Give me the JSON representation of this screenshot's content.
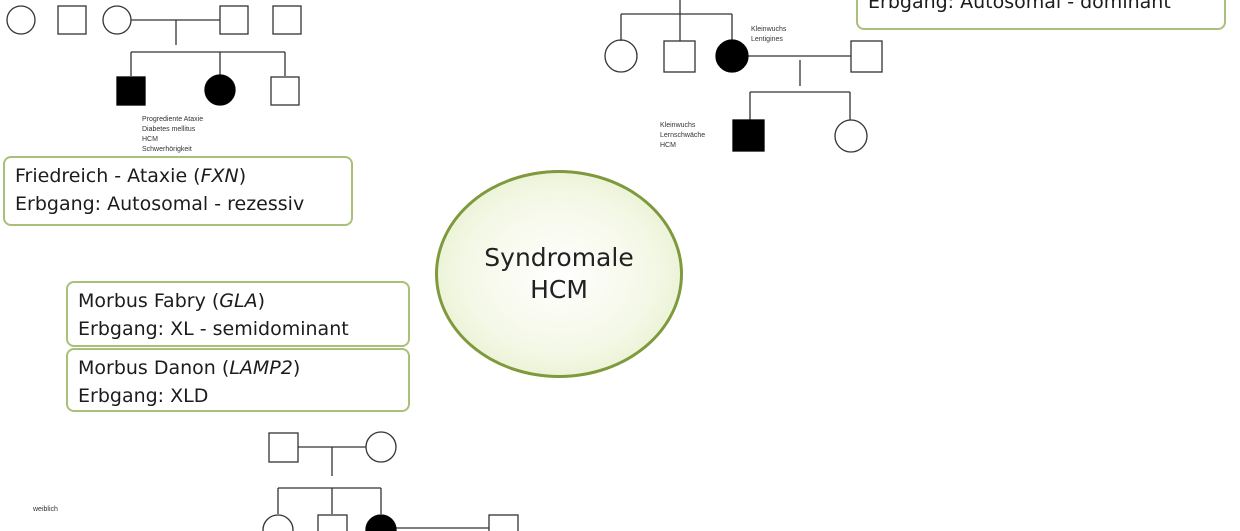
{
  "center": {
    "line1": "Syndromale",
    "line2": "HCM"
  },
  "boxes": {
    "friedreich": {
      "name": "Friedreich - Ataxie (",
      "gene": "FXN",
      "close": ")",
      "inheritance": "Erbgang: Autosomal - rezessiv"
    },
    "noonan": {
      "inheritance": "Erbgang: Autosomal - dominant"
    },
    "fabry": {
      "name": "Morbus Fabry (",
      "gene": "GLA",
      "close": ")",
      "inheritance": "Erbgang: XL - semidominant"
    },
    "danon": {
      "name": "Morbus Danon (",
      "gene": "LAMP2",
      "close": ")",
      "inheritance": "Erbgang: XLD"
    }
  },
  "pedigree_friedreich": {
    "symptoms": [
      "Progrediente Ataxie",
      "Diabetes mellitus",
      "HCM",
      "Schwerhörigkeit"
    ]
  },
  "pedigree_noonan": {
    "mother_symptoms": [
      "Kleinwuchs",
      "Lentigines"
    ],
    "child_symptoms": [
      "Kleinwuchs",
      "Lernschwäche",
      "HCM"
    ]
  },
  "pedigree_danon": {
    "side_text": [
      "weiblich"
    ]
  },
  "colors": {
    "box_border": "#a9c07a",
    "ellipse_fill": "#e1ecc1",
    "ellipse_border": "#7f9a3c",
    "affected": "#000000"
  }
}
